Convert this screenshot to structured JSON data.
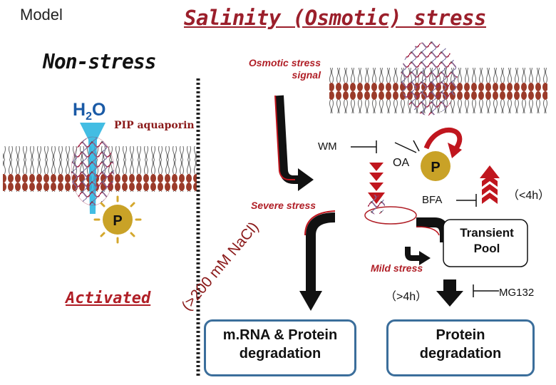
{
  "header": {
    "model_label": "Model",
    "title": "Salinity (Osmotic) stress"
  },
  "left_panel": {
    "title": "Non-stress",
    "water": {
      "h": "H",
      "sub": "2",
      "o": "O"
    },
    "aquaporin_label": "PIP aquaporin",
    "phospho_label": "P",
    "activated_label": "Activated"
  },
  "right_panel": {
    "osmotic_signal": [
      "Osmotic stress",
      "signal"
    ],
    "wm_label": "WM",
    "oa_label": "OA",
    "phospho_label": "P",
    "bfa_label": "BFA",
    "short_time": "（<4h）",
    "severe_stress": "Severe stress",
    "nacl": "(>200  mM NaCl)",
    "transient_pool": [
      "Transient",
      "Pool"
    ],
    "mild_stress": "Mild stress",
    "long_time": "（>4h）",
    "mg132_label": "MG132",
    "box_left": [
      "m.RNA & Protein",
      "degradation"
    ],
    "box_right": [
      "Protein",
      "degradation"
    ]
  },
  "colors": {
    "dark_red": "#9b1f2b",
    "arrow_red": "#c0161e",
    "water_blue": "#1a5aa6",
    "phospho_gold": "#c9a227",
    "box_border": "#3b6e9b"
  }
}
